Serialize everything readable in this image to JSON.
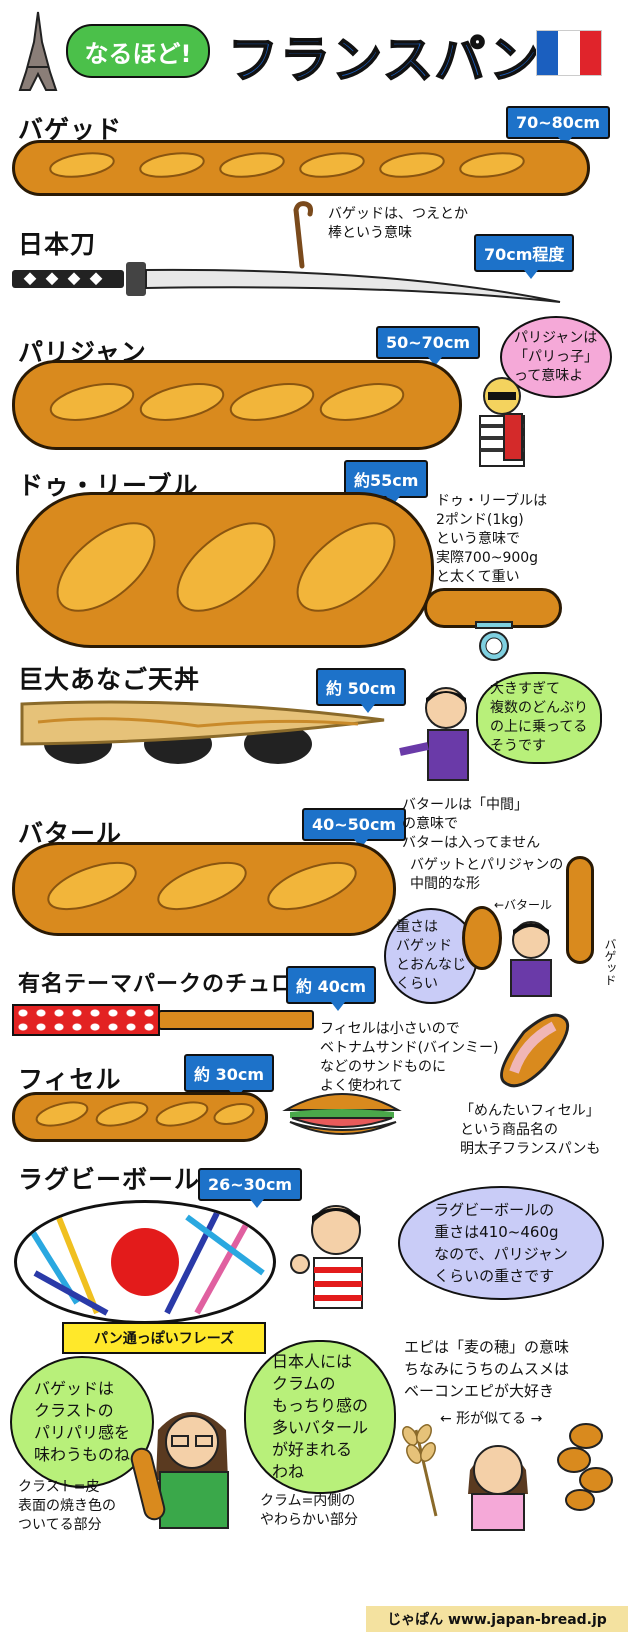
{
  "header": {
    "badge": "なるほど!",
    "title": "フランスパン"
  },
  "breads": [
    {
      "name": "バゲッド",
      "size": "70~80cm"
    },
    {
      "name": "日本刀",
      "size": "70cm程度"
    },
    {
      "name": "パリジャン",
      "size": "50~70cm"
    },
    {
      "name": "ドゥ・リーブル",
      "size": "約55cm"
    },
    {
      "name": "巨大あなご天丼",
      "size": "約 50cm"
    },
    {
      "name": "バタール",
      "size": "40~50cm"
    },
    {
      "name": "有名テーマパークのチュロス",
      "size": "約 40cm"
    },
    {
      "name": "フィセル",
      "size": "約 30cm"
    },
    {
      "name": "ラグビーボール",
      "size": "26~30cm"
    }
  ],
  "notes": {
    "baguette_stick": "バゲッドは、つえとか\n棒という意味",
    "parisien": "パリジャンは\n「パリっ子」\nって意味よ",
    "deux_livres": "ドゥ・リーブルは\n2ポンド(1kg)\nという意味で\n実際700~900g\nと太くて重い",
    "anago": "大きすぎて\n複数のどんぶり\nの上に乗ってる\nそうです",
    "batard": "バタールは「中間」\nの意味で\nバターは入ってません",
    "batard_mid": "バゲットとパリジャンの\n中間的な形",
    "batard_label": "←バタール",
    "baguette_label": "バゲッド",
    "weight": "重さは\nバゲッド\nとおんなじ\nくらい",
    "ficelle": "フィセルは小さいので\nベトナムサンド(バインミー)\nなどのサンドものに\nよく使われて\nいます",
    "mentai": "「めんたいフィセル」\nという商品名の\n明太子フランスパンも",
    "rugby": "ラグビーボールの\n重さは410~460g\nなので、パリジャン\nくらいの重さです"
  },
  "phrases": {
    "ribbon": "パン通っぽいフレーズ",
    "left": "バゲッドは\nクラストの\nパリパリ感を\n味わうものね",
    "middle": "日本人には\nクラムの\nもっちり感の\n多いバタール\nが好まれる\nわね",
    "crust": "クラスト=皮\n表面の焼き色の\nついてる部分",
    "crumb": "クラム=内側の\nやわらかい部分",
    "epi": "エピは「麦の穂」の意味\nちなみにうちのムスメは\nベーコンエピが大好き",
    "similar": "← 形が似てる →"
  },
  "footer": "じゃぱん www.japan-bread.jp",
  "colors": {
    "bread": "#d98a1e",
    "bread_cut": "#f2b53a",
    "tag_blue": "#1d72c9",
    "title_red": "#e0242b",
    "title_blue": "#1b5fbf",
    "badge_green": "#4bc04a",
    "bubble_pink": "#f5a9d8",
    "bubble_green": "#b8f07a",
    "bubble_blue": "#c9ccf7",
    "ribbon_yellow": "#ffe82a"
  }
}
